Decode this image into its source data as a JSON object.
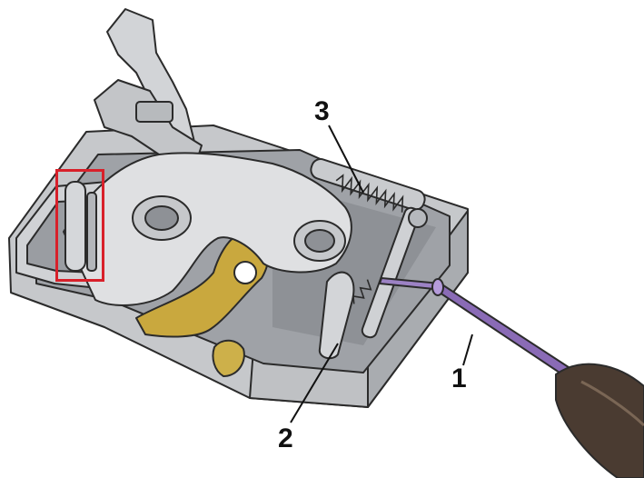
{
  "callouts": {
    "one": "1",
    "two": "2",
    "three": "3"
  },
  "colors": {
    "background": "#ffffff",
    "metal_light": "#d9dadc",
    "metal_mid": "#b9bbbe",
    "metal_dark": "#8e9196",
    "outline": "#2b2b2b",
    "brass": "#c9a83e",
    "brass_dark": "#8f7424",
    "rod": "#8a6bb6",
    "handle": "#4a3b31",
    "highlight": "#d8202a"
  },
  "icons": {
    "screwdriver": "screwdriver-icon",
    "spring": "spring-icon"
  }
}
